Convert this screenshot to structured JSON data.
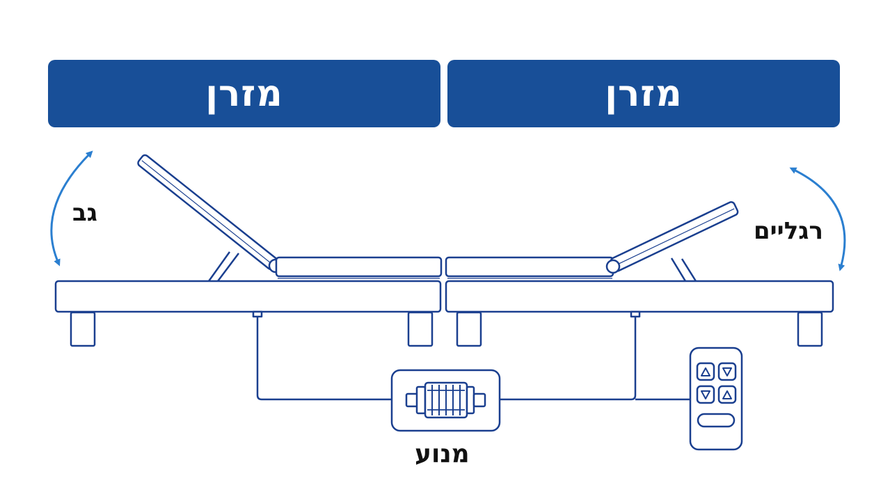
{
  "banners": {
    "left_label": "מזרן",
    "right_label": "מזרן"
  },
  "labels": {
    "back": "גב",
    "legs": "רגליים",
    "motor": "מנוע"
  },
  "colors": {
    "banner": "#184f98",
    "outline": "#1a3f8f",
    "arrow": "#2b7fd0",
    "text": "#111111"
  },
  "icons": {
    "motor": "electric-motor-icon",
    "remote": "remote-control-icon",
    "arrow_back": "curved-double-arrow-icon",
    "arrow_legs": "curved-double-arrow-icon"
  }
}
